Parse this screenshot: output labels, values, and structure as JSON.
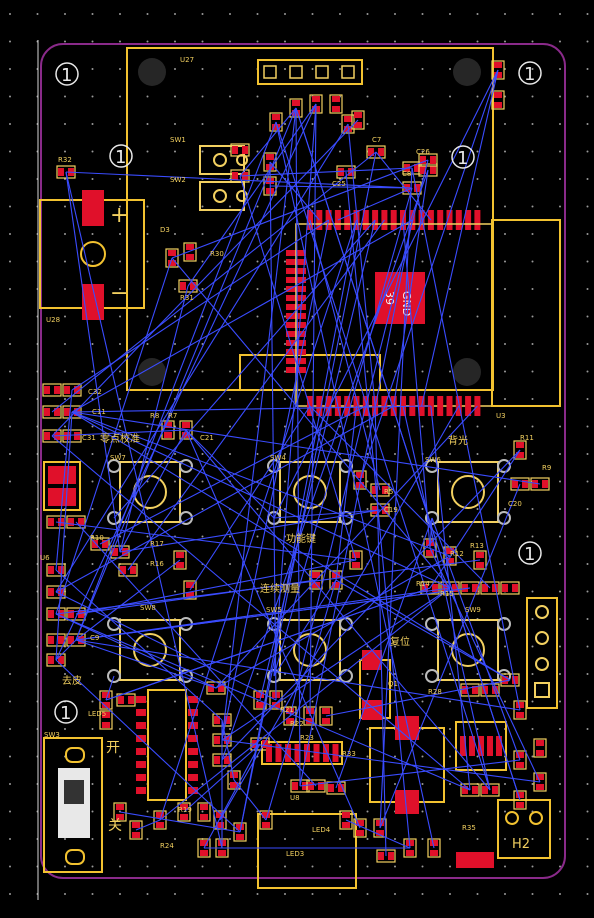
{
  "colors": {
    "background": "#000000",
    "outline": "#8a2a8a",
    "silk": "#f2d060",
    "pad": "#e0102a",
    "ratsnest": "#3a4cff",
    "grid": "#9a9a9a"
  },
  "fiducial_label": "1",
  "module_pad_label": {
    "line1": "39",
    "line2": "GND"
  },
  "battery": {
    "plus": "+",
    "minus": "−"
  },
  "refs": {
    "u27": "U27",
    "u28": "U28",
    "u3": "U3",
    "u6": "U6",
    "r32": "R32",
    "r31": "R31",
    "r30": "R30",
    "d3": "D3",
    "sw1": "SW1",
    "sw2": "SW2",
    "sw3": "SW3",
    "sw4": "SW4",
    "sw5": "SW5",
    "sw6": "SW6",
    "sw7": "SW7",
    "sw8": "SW8",
    "sw9": "SW9",
    "c32": "C32",
    "c11": "C11",
    "c31": "C31",
    "c21": "C21",
    "c19": "C19",
    "c20": "C20",
    "c26": "C26",
    "c25": "C25",
    "c7": "C7",
    "c8": "C8",
    "r8": "R8",
    "r7": "R7",
    "r11": "R11",
    "r9": "R9",
    "r5": "R5",
    "r10": "R10",
    "r17": "R17",
    "r16": "R16",
    "r12": "R12",
    "r13": "R13",
    "r14": "R14",
    "r15": "R15",
    "r35": "R35",
    "r28": "R28",
    "r21": "R21",
    "r22": "R22",
    "r23": "R23",
    "r33": "R33",
    "r19": "R19",
    "r24": "R24",
    "led5": "LED5",
    "led4": "LED4",
    "led3": "LED3",
    "q1": "Q1",
    "u8": "U8",
    "h2": "H2",
    "c9": "C9"
  },
  "chinese_labels": {
    "zero_weigh": "零点校准",
    "power_button": "功能键",
    "backlight": "背光",
    "continuous": "连续测量",
    "reset": "复位",
    "tare": "去皮",
    "on": "开",
    "off": "关"
  }
}
